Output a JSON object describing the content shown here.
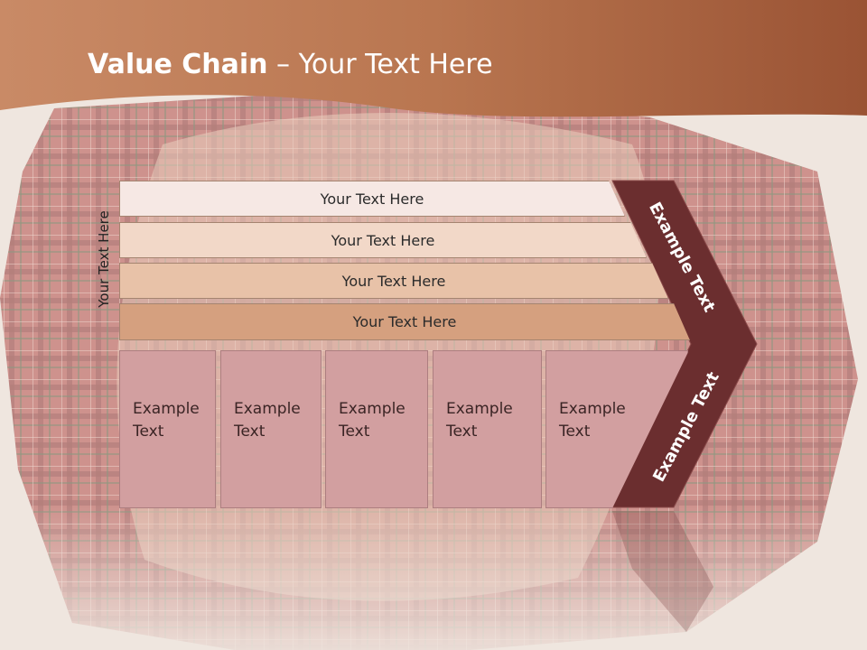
{
  "title": {
    "bold": "Value Chain",
    "rest": " – Your Text Here"
  },
  "side_label": "Your Text Here",
  "bars": [
    "Your Text Here",
    "Your Text Here",
    "Your Text Here",
    "Your Text Here"
  ],
  "boxes": [
    "Example\nText",
    "Example\nText",
    "Example\nText",
    "Example\nText",
    "Example\nText"
  ],
  "chevron_top": "Example Text",
  "chevron_bottom": "Example Text",
  "colors": {
    "header": "#b8754f",
    "chevron": "#6b2e2f",
    "box": "#d29fa0",
    "bar1": "#f6e8e4",
    "bar2": "#f2d8c8",
    "bar3": "#e8c2a8",
    "bar4": "#d5a07f"
  }
}
